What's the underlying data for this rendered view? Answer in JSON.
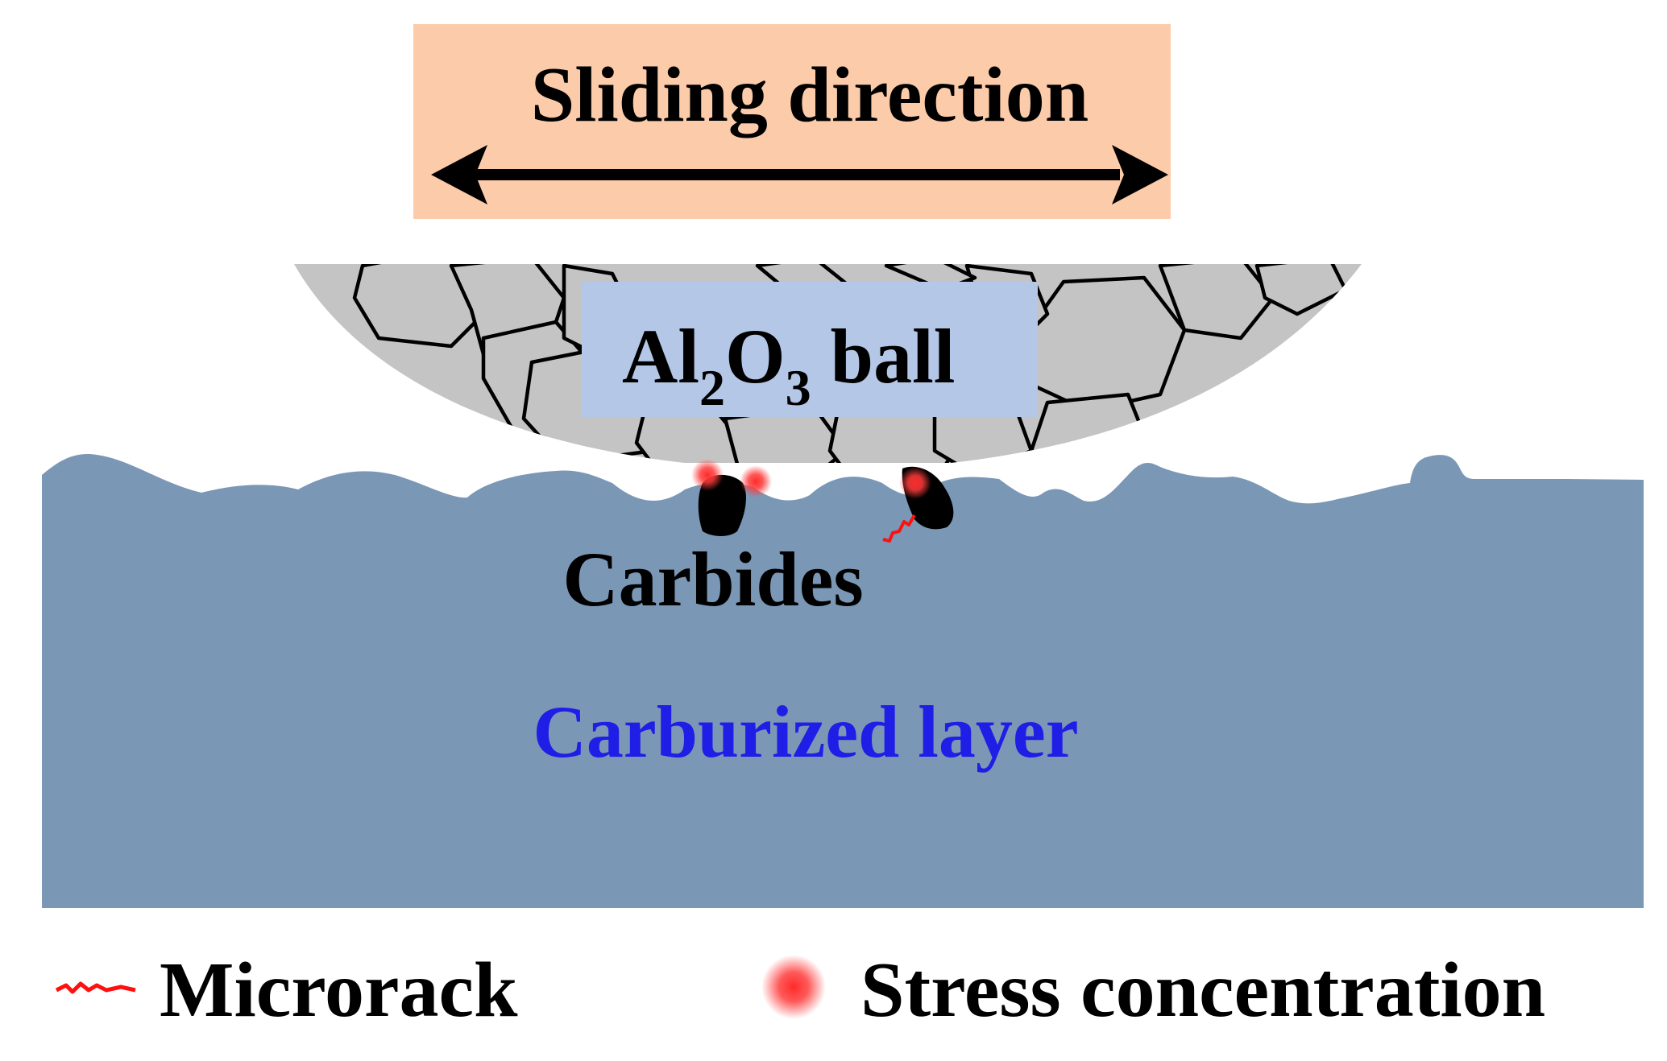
{
  "header": {
    "title": "Sliding direction",
    "box_color": "#FCCBAA"
  },
  "ball": {
    "label_main_1": "Al",
    "label_sub_1": "2",
    "label_main_2": "O",
    "label_sub_2": "3",
    "label_tail": " ball",
    "label_box_color": "#B4C7E7",
    "grain_fill": "#C4C4C4"
  },
  "substrate": {
    "carbides_label": "Carbides",
    "layer_label": "Carburized layer",
    "layer_color": "#7B97B6",
    "layer_label_color": "#1E1EE6"
  },
  "legend": {
    "microcrack_label": "Microrack",
    "stress_label": "Stress concentration",
    "microcrack_icon": "red-squiggle",
    "stress_icon": "red-glow-dot",
    "marker_color": "#FF2020"
  }
}
